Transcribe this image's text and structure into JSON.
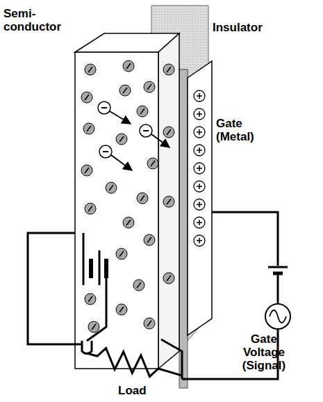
{
  "diagram": {
    "labels": [
      "Semi- conductor",
      "Insulator",
      "Gate (Metal)",
      "Gate Voltage (Signal)",
      "Load"
    ]
  }
}
